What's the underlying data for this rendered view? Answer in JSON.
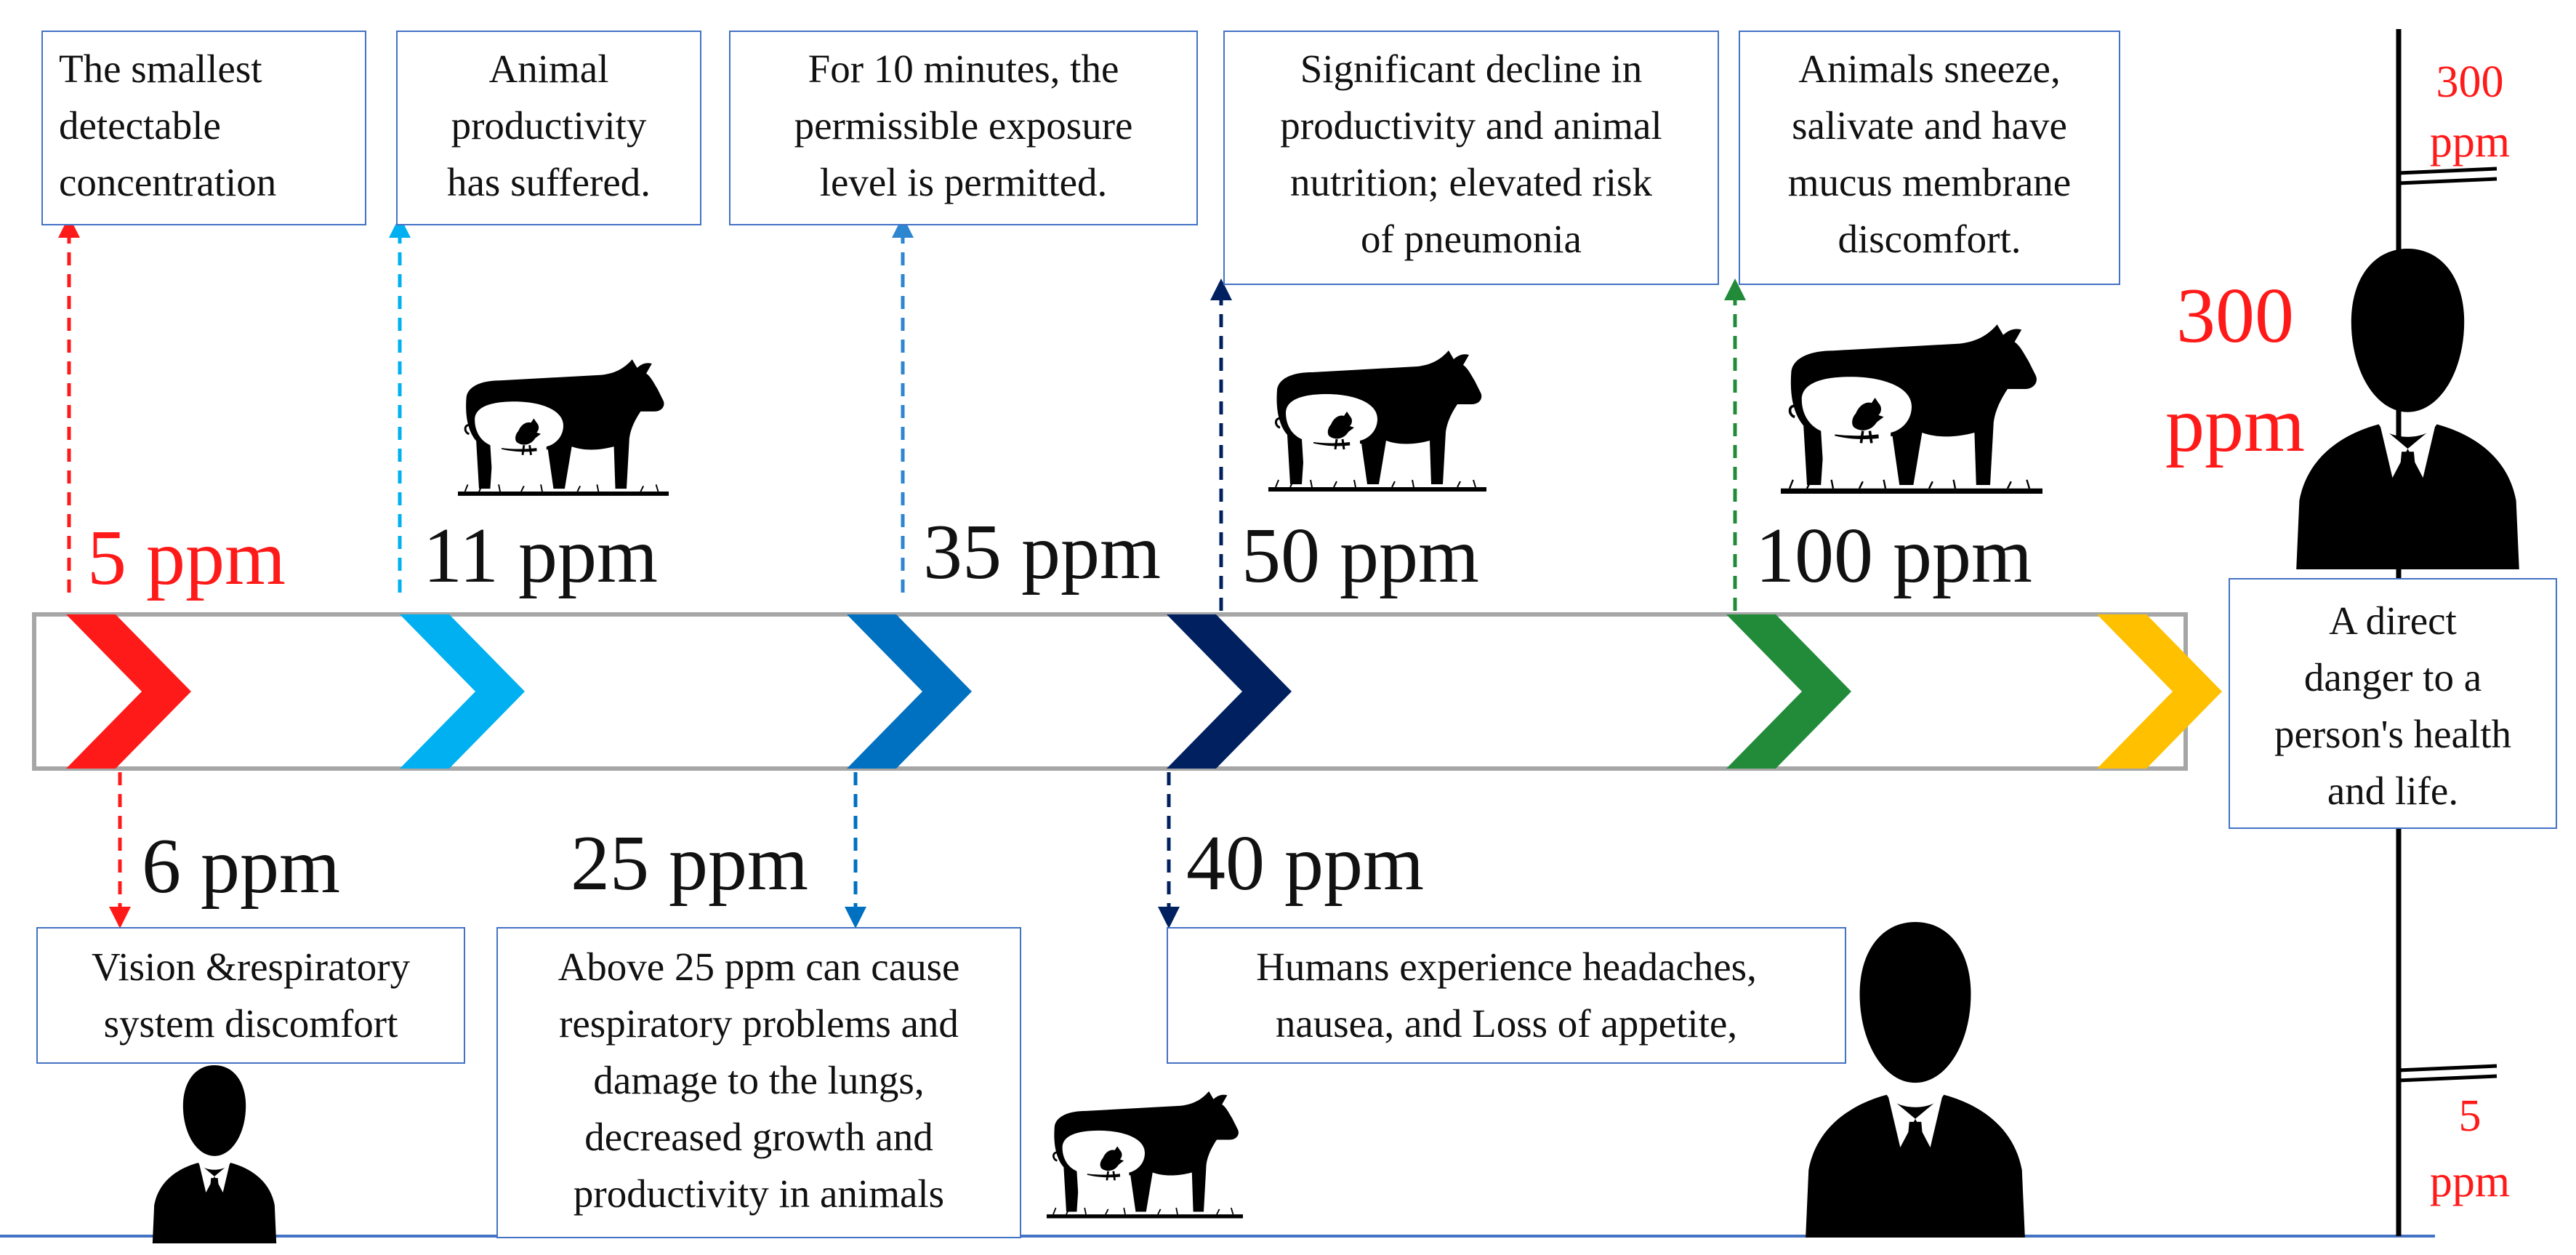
{
  "colors": {
    "box_border": "#4472C4",
    "axis_line": "#4472C4",
    "bar_border": "#A6A6A6",
    "red": "#FF1A1A",
    "light_blue": "#00B0F0",
    "mid_blue": "#2E86D0",
    "blue": "#0070C0",
    "navy": "#002060",
    "green": "#228B3A",
    "yellow": "#FFC000",
    "silhouette": "#000000"
  },
  "icons": {
    "livestock": "livestock-silhouette-icon",
    "person": "person-silhouette-icon"
  },
  "top_levels": [
    {
      "id": "5",
      "label": "5 ppm",
      "color": "#FF1A1A",
      "text": "The smallest\ndetectable\nconcentration"
    },
    {
      "id": "11",
      "label": "11 ppm",
      "color": "#00B0F0",
      "text": "Animal\nproductivity\nhas suffered."
    },
    {
      "id": "35",
      "label": "35 ppm",
      "color": "#2E86D0",
      "text": "For 10 minutes, the\npermissible exposure\nlevel is permitted."
    },
    {
      "id": "50",
      "label": "50 ppm",
      "color": "#002060",
      "text": "Significant decline in\nproductivity and animal\nnutrition; elevated risk\nof pneumonia"
    },
    {
      "id": "100",
      "label": "100 ppm",
      "color": "#228B3A",
      "text": "Animals sneeze,\nsalivate and have\nmucus membrane\ndiscomfort."
    }
  ],
  "bottom_levels": [
    {
      "id": "6",
      "label": "6 ppm",
      "color": "#FF1A1A",
      "text": "Vision &respiratory\nsystem discomfort"
    },
    {
      "id": "25",
      "label": "25 ppm",
      "color": "#0070C0",
      "text": "Above 25 ppm can cause\nrespiratory problems and\ndamage to the lungs,\ndecreased growth and\nproductivity in animals"
    },
    {
      "id": "40",
      "label": "40 ppm",
      "color": "#002060",
      "text": "Humans experience headaches,\nnausea, and  Loss of appetite,"
    }
  ],
  "end_level": {
    "label_value": "300",
    "label_unit": "ppm",
    "text": "A direct\ndanger to a\nperson's health\nand life."
  },
  "scale": {
    "top_value": "300",
    "top_unit": "ppm",
    "bottom_value": "5",
    "bottom_unit": "ppm"
  }
}
